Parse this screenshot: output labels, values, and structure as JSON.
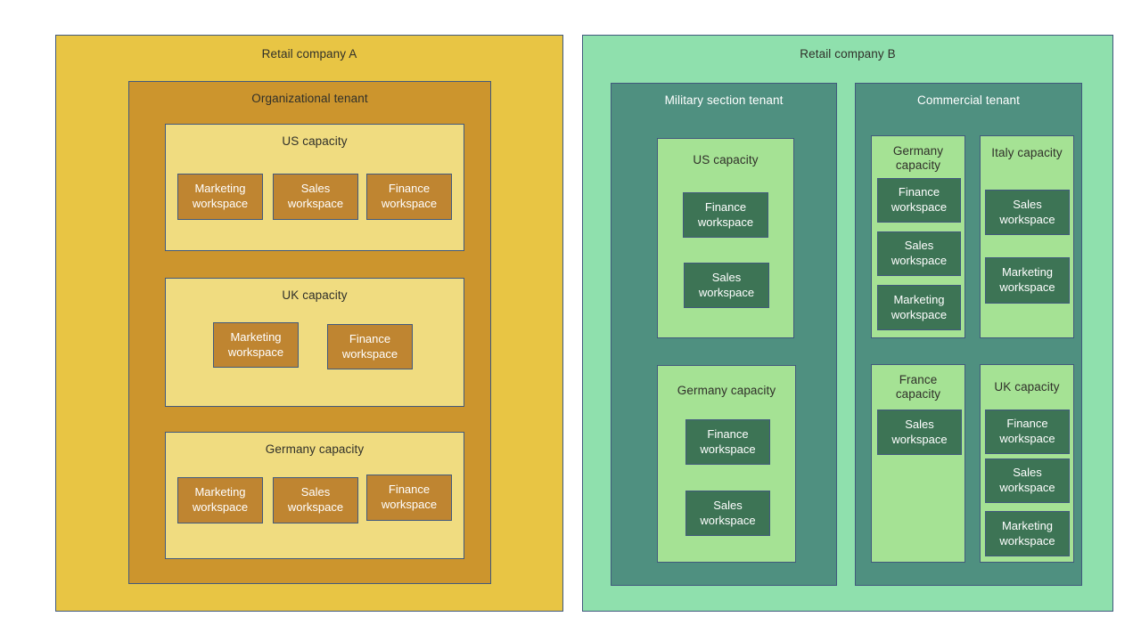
{
  "colors": {
    "company_a_bg": "#e8c544",
    "tenant_a_bg": "#cc952d",
    "capacity_a_bg": "#f0dc80",
    "workspace_a_bg": "#bf8531",
    "company_b_bg": "#8fe0ad",
    "tenant_b_bg": "#4f9080",
    "capacity_b_bg": "#a5e294",
    "workspace_b_bg": "#3d7455",
    "border": "#41597d",
    "label_dark": "#30302a",
    "label_light": "#ffffff"
  },
  "company_a": {
    "label": "Retail company A",
    "tenant": {
      "label": "Organizational tenant",
      "capacities": [
        {
          "label": "US capacity",
          "workspaces": [
            "Marketing workspace",
            "Sales workspace",
            "Finance workspace"
          ]
        },
        {
          "label": "UK capacity",
          "workspaces": [
            "Marketing workspace",
            "Finance workspace"
          ]
        },
        {
          "label": "Germany capacity",
          "workspaces": [
            "Marketing workspace",
            "Sales workspace",
            "Finance workspace"
          ]
        }
      ]
    }
  },
  "company_b": {
    "label": "Retail company B",
    "tenants": [
      {
        "label": "Military section tenant",
        "capacities": [
          {
            "label": "US capacity",
            "workspaces": [
              "Finance workspace",
              "Sales workspace"
            ]
          },
          {
            "label": "Germany capacity",
            "workspaces": [
              "Finance workspace",
              "Sales workspace"
            ]
          }
        ]
      },
      {
        "label": "Commercial tenant",
        "capacities": [
          {
            "label": "Germany capacity",
            "workspaces": [
              "Finance workspace",
              "Sales workspace",
              "Marketing workspace"
            ]
          },
          {
            "label": "Italy capacity",
            "workspaces": [
              "Sales workspace",
              "Marketing workspace"
            ]
          },
          {
            "label": "France capacity",
            "workspaces": [
              "Sales workspace"
            ]
          },
          {
            "label": "UK capacity",
            "workspaces": [
              "Finance workspace",
              "Sales workspace",
              "Marketing workspace"
            ]
          }
        ]
      }
    ]
  }
}
